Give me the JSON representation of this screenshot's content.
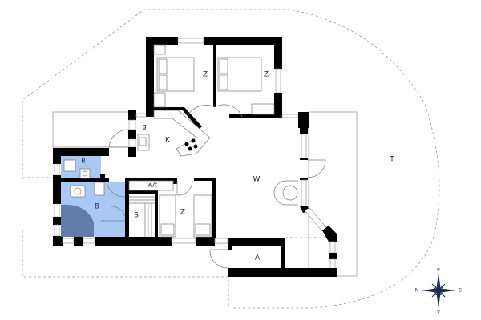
{
  "diagram": {
    "type": "floor_plan",
    "colors": {
      "wall": "#000000",
      "bathroom_fill": "#a9c9f5",
      "shower_fill": "#5f7dab",
      "outline": "#999999",
      "compass": "#1a2a55"
    },
    "rooms": [
      {
        "id": "bedroom-1",
        "label": "Z"
      },
      {
        "id": "bedroom-2",
        "label": "Z"
      },
      {
        "id": "bedroom-3",
        "label": "Z"
      },
      {
        "id": "kitchen",
        "label": "K"
      },
      {
        "id": "hallway",
        "label": "g"
      },
      {
        "id": "living-room",
        "label": "W"
      },
      {
        "id": "bathroom-small",
        "label": "B"
      },
      {
        "id": "bathroom-large",
        "label": "B"
      },
      {
        "id": "sauna",
        "label": "S"
      },
      {
        "id": "toilet",
        "label": "w/t"
      },
      {
        "id": "storage",
        "label": "A"
      },
      {
        "id": "terrace",
        "label": "T"
      }
    ],
    "compass": {
      "north": "N",
      "east": "ø",
      "south": "S",
      "west": "V"
    }
  }
}
